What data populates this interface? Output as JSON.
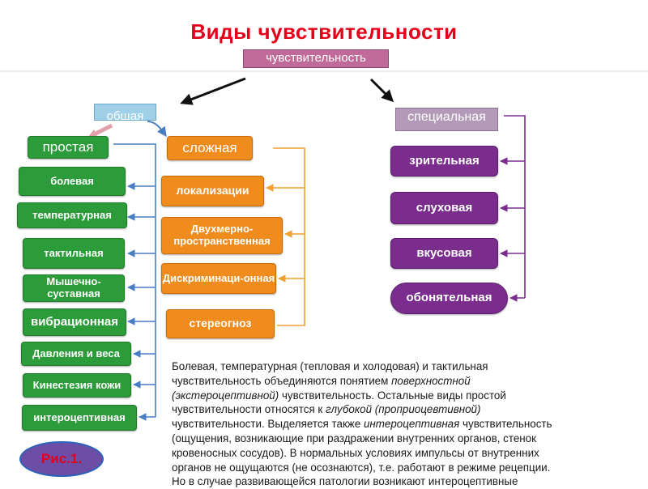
{
  "title": "Виды  чувствительности",
  "nodes": {
    "root": "чувствительность",
    "general": "общая",
    "special": "специальная",
    "simple": "простая",
    "complex": "сложная"
  },
  "simple_items": [
    "болевая",
    "температурная",
    "тактильная",
    "Мышечно-суставная",
    "вибрационная",
    "Давления и веса",
    "Кинестезия кожи",
    "интероцептивная"
  ],
  "complex_items": [
    "локализации",
    "Двухмерно-пространственная",
    "Дискриминаци-онная",
    "стереогноз"
  ],
  "special_items": [
    "зрительная",
    "слуховая",
    "вкусовая",
    "обонятельная"
  ],
  "figure_label": "Рис.1.",
  "paragraph": {
    "l1": "Болевая, температурная (тепловая и холодовая) и тактильная",
    "l2a": "чувствительность объединяются понятием ",
    "l2b": "поверхностной",
    "l3a": "(экстероцептивной)",
    "l3b": " чувствительность. Остальные виды простой",
    "l4a": "чувствительности относятся к ",
    "l4b": "глубокой (проприоцевтивной)",
    "l5a": "чувствительности. Выделяется  также ",
    "l5b": "интероцептивная",
    "l5c": " чувствительность",
    "l6": "(ощущения, возникающие при раздражении внутренних органов, стенок",
    "l7": "кровеносных сосудов). В нормальных условиях импульсы от внутренних",
    "l8": "органов не  ощущаются (не осознаются), т.е. работают в режиме рецепции.",
    "l9": "Но в случае развивающейся патологии возникают интероцептивные"
  },
  "colors": {
    "title": "#e3001b",
    "root": "#c06a9a",
    "general": "#9fd0e8",
    "special": "#b39ab8",
    "simple": "#2c9b3a",
    "complex": "#f08c1e",
    "special_items": "#7b2d8e",
    "simple_lines": "#4a7ec4",
    "complex_lines": "#f0a030",
    "special_lines": "#7b2d8e"
  }
}
